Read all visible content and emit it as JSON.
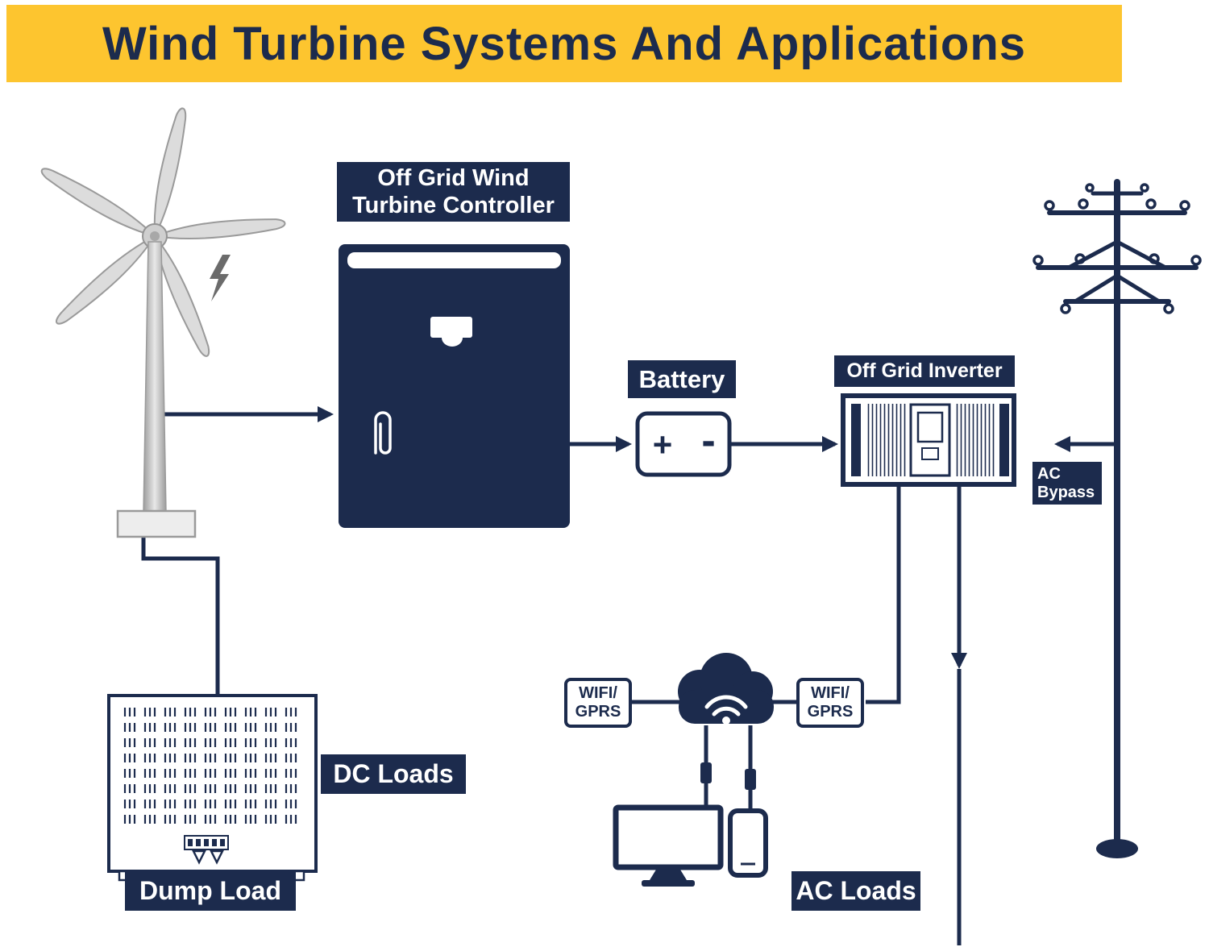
{
  "colors": {
    "navy": "#1c2b4d",
    "gold": "#fdc52f",
    "white": "#ffffff",
    "blade_gray": "#dcdcdc"
  },
  "title": "Wind Turbine Systems And Applications",
  "labels": {
    "controller_line1": "Off Grid Wind",
    "controller_line2": "Turbine Controller",
    "battery": "Battery",
    "battery_plus": "+",
    "battery_minus": "-",
    "inverter": "Off Grid Inverter",
    "ac_bypass_line1": "AC",
    "ac_bypass_line2": "Bypass",
    "dc_loads": "DC Loads",
    "dump_load": "Dump Load",
    "ac_loads": "AC Loads"
  },
  "wifi_boxes": {
    "left": {
      "line1": "WIFI/",
      "line2": "GPRS"
    },
    "right": {
      "line1": "WIFI/",
      "line2": "GPRS"
    }
  },
  "icons": {
    "wind-turbine-icon": "5-blade turbine on metal pole",
    "lightning-bolt-icon": "lightning bolt",
    "controller-cabinet-icon": "navy cabinet with white rail, vent slot and clip handle",
    "battery-icon": "battery cell with + and - terminals",
    "inverter-icon": "inverter unit with display and vent fins",
    "utility-pole-icon": "transmission pole with crossarms and insulators",
    "cloud-wifi-icon": "navy cloud with white wifi signal",
    "monitor-icon": "desktop monitor with stand",
    "smartphone-icon": "smartphone",
    "dump-load-icon": "resistor dump load cabinet",
    "usb-plug-icon": "cable plug connector",
    "arrow-icon": "flow arrowhead"
  }
}
